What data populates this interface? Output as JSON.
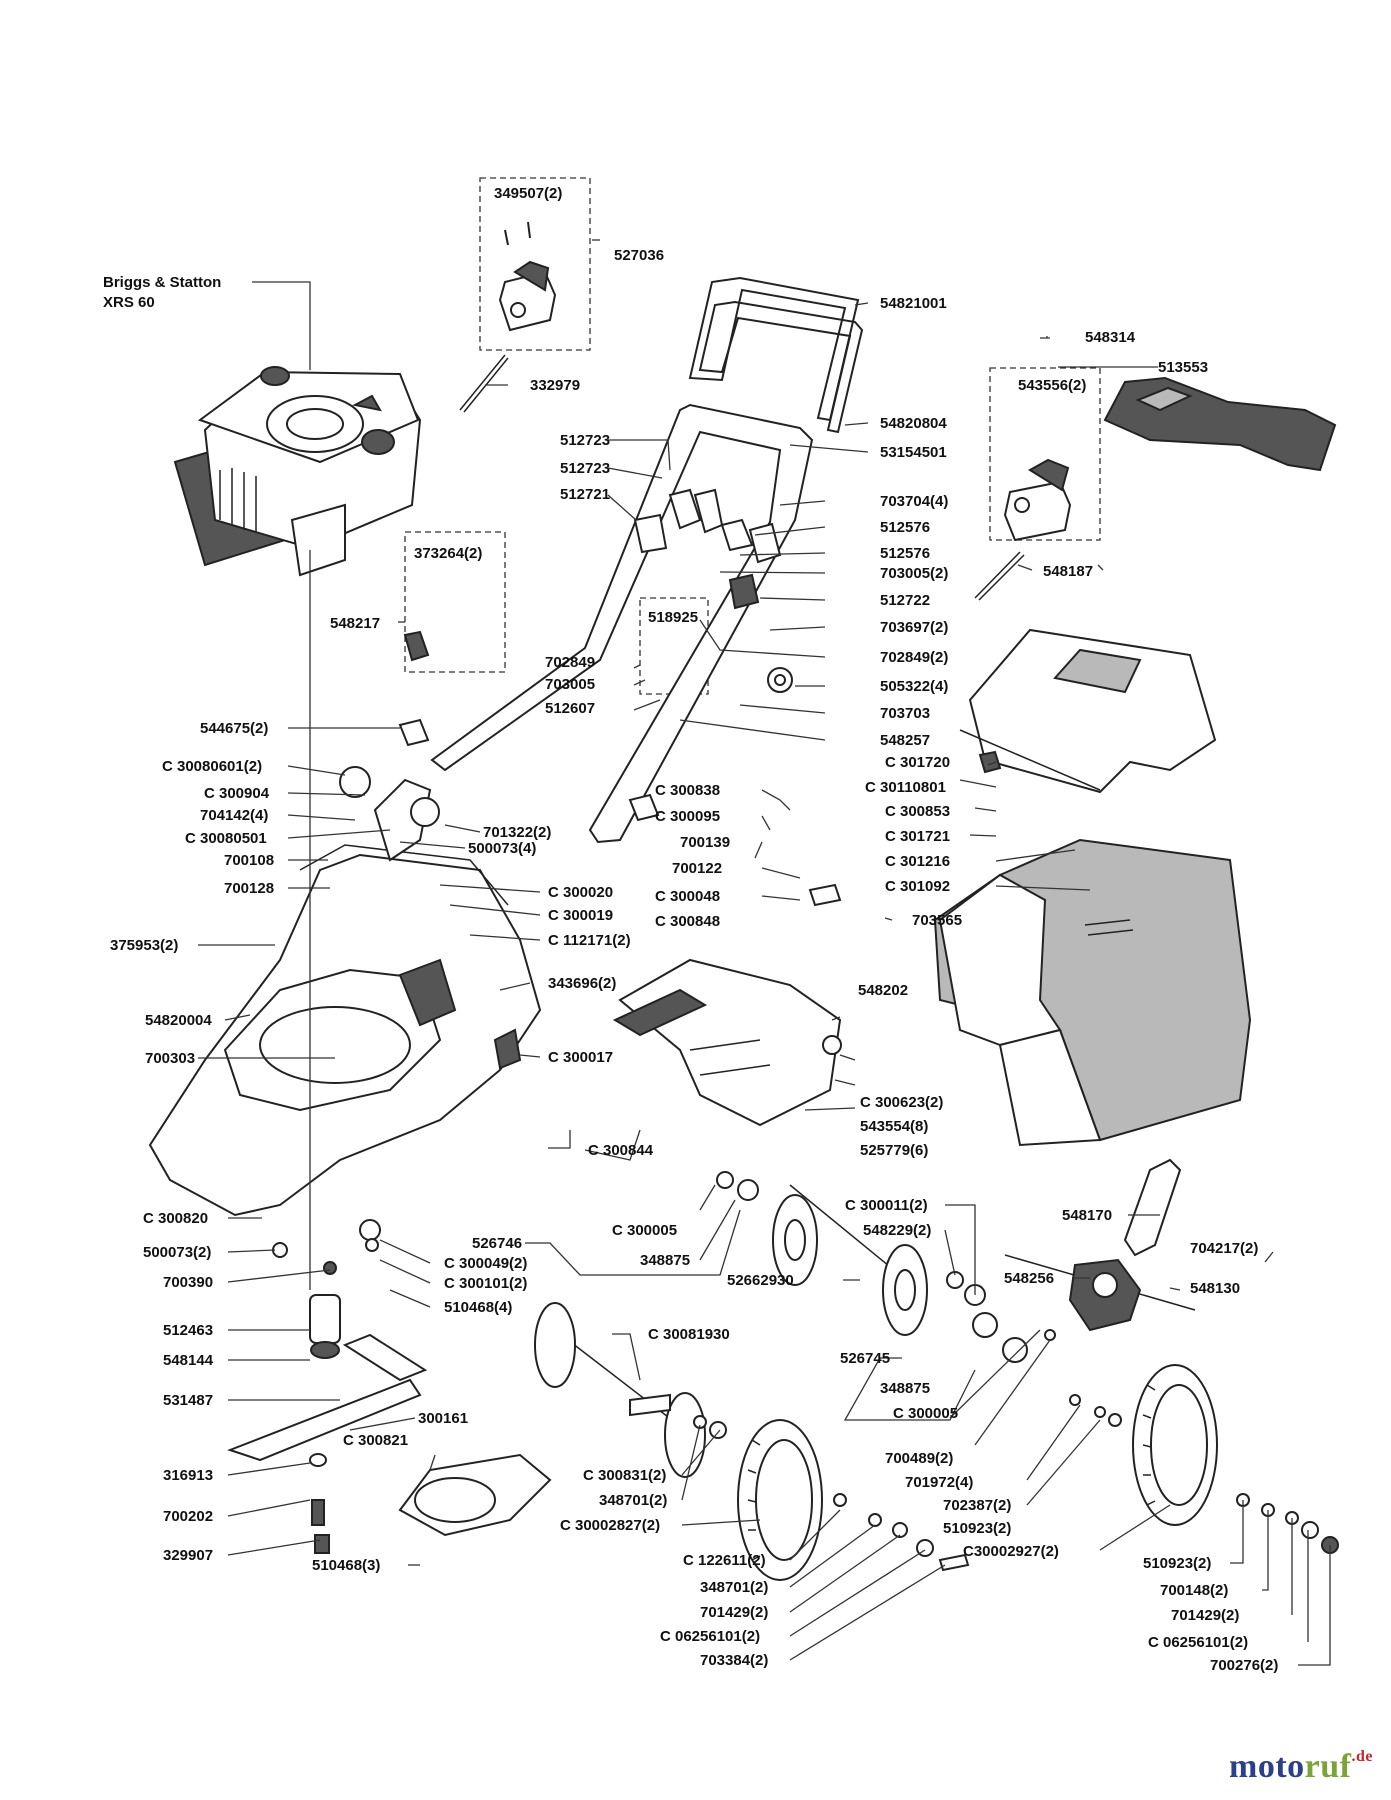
{
  "engine": {
    "line1": "Briggs & Statton",
    "line2": "XRS 60"
  },
  "watermark": {
    "word_a": "moto",
    "word_b": "ruf",
    "word_c": "",
    "suffix": ".de"
  },
  "labels": [
    "349507(2)",
    "527036",
    "332979",
    "54821001",
    "54820804",
    "53154501",
    "548314",
    "543556(2)",
    "513553",
    "548187",
    "512723",
    "512723",
    "512721",
    "703704(4)",
    "512576",
    "512576",
    "703005(2)",
    "512722",
    "373264(2)",
    "548217",
    "518925",
    "702849",
    "703005",
    "512607",
    "703697(2)",
    "702849(2)",
    "505322(4)",
    "703703",
    "548257",
    "544675(2)",
    "C 30080601(2)",
    "C 300904",
    "704142(4)",
    "C 30080501",
    "701322(2)",
    "500073(4)",
    "700108",
    "700128",
    "C 300020",
    "C 300019",
    "C 112171(2)",
    "375953(2)",
    "343696(2)",
    "54820004",
    "700303",
    "C 300017",
    "C 301720",
    "C 30110801",
    "C 300853",
    "C 301721",
    "C 301216",
    "C 301092",
    "C 300838",
    "C 300095",
    "700139",
    "700122",
    "C 300048",
    "C 300848",
    "703565",
    "548202",
    "C 300623(2)",
    "543554(8)",
    "525779(6)",
    "C 300844",
    "C 300820",
    "500073(2)",
    "700390",
    "C 300049(2)",
    "C 300101(2)",
    "510468(4)",
    "512463",
    "548144",
    "531487",
    "300161",
    "C 300821",
    "316913",
    "700202",
    "329907",
    "510468(3)",
    "526746",
    "C 300005",
    "348875",
    "C 300011(2)",
    "548229(2)",
    "52662930",
    "548170",
    "704217(2)",
    "548256",
    "548130",
    "C 30081930",
    "526745",
    "348875",
    "C 300005",
    "C 300831(2)",
    "348701(2)",
    "C 30002827(2)",
    "700489(2)",
    "701972(4)",
    "702387(2)",
    "510923(2)",
    "C30002927(2)",
    "C 122611(2)",
    "348701(2)",
    "701429(2)",
    "C 06256101(2)",
    "703384(2)",
    "510923(2)",
    "700148(2)",
    "701429(2)",
    "C 06256101(2)",
    "700276(2)"
  ]
}
